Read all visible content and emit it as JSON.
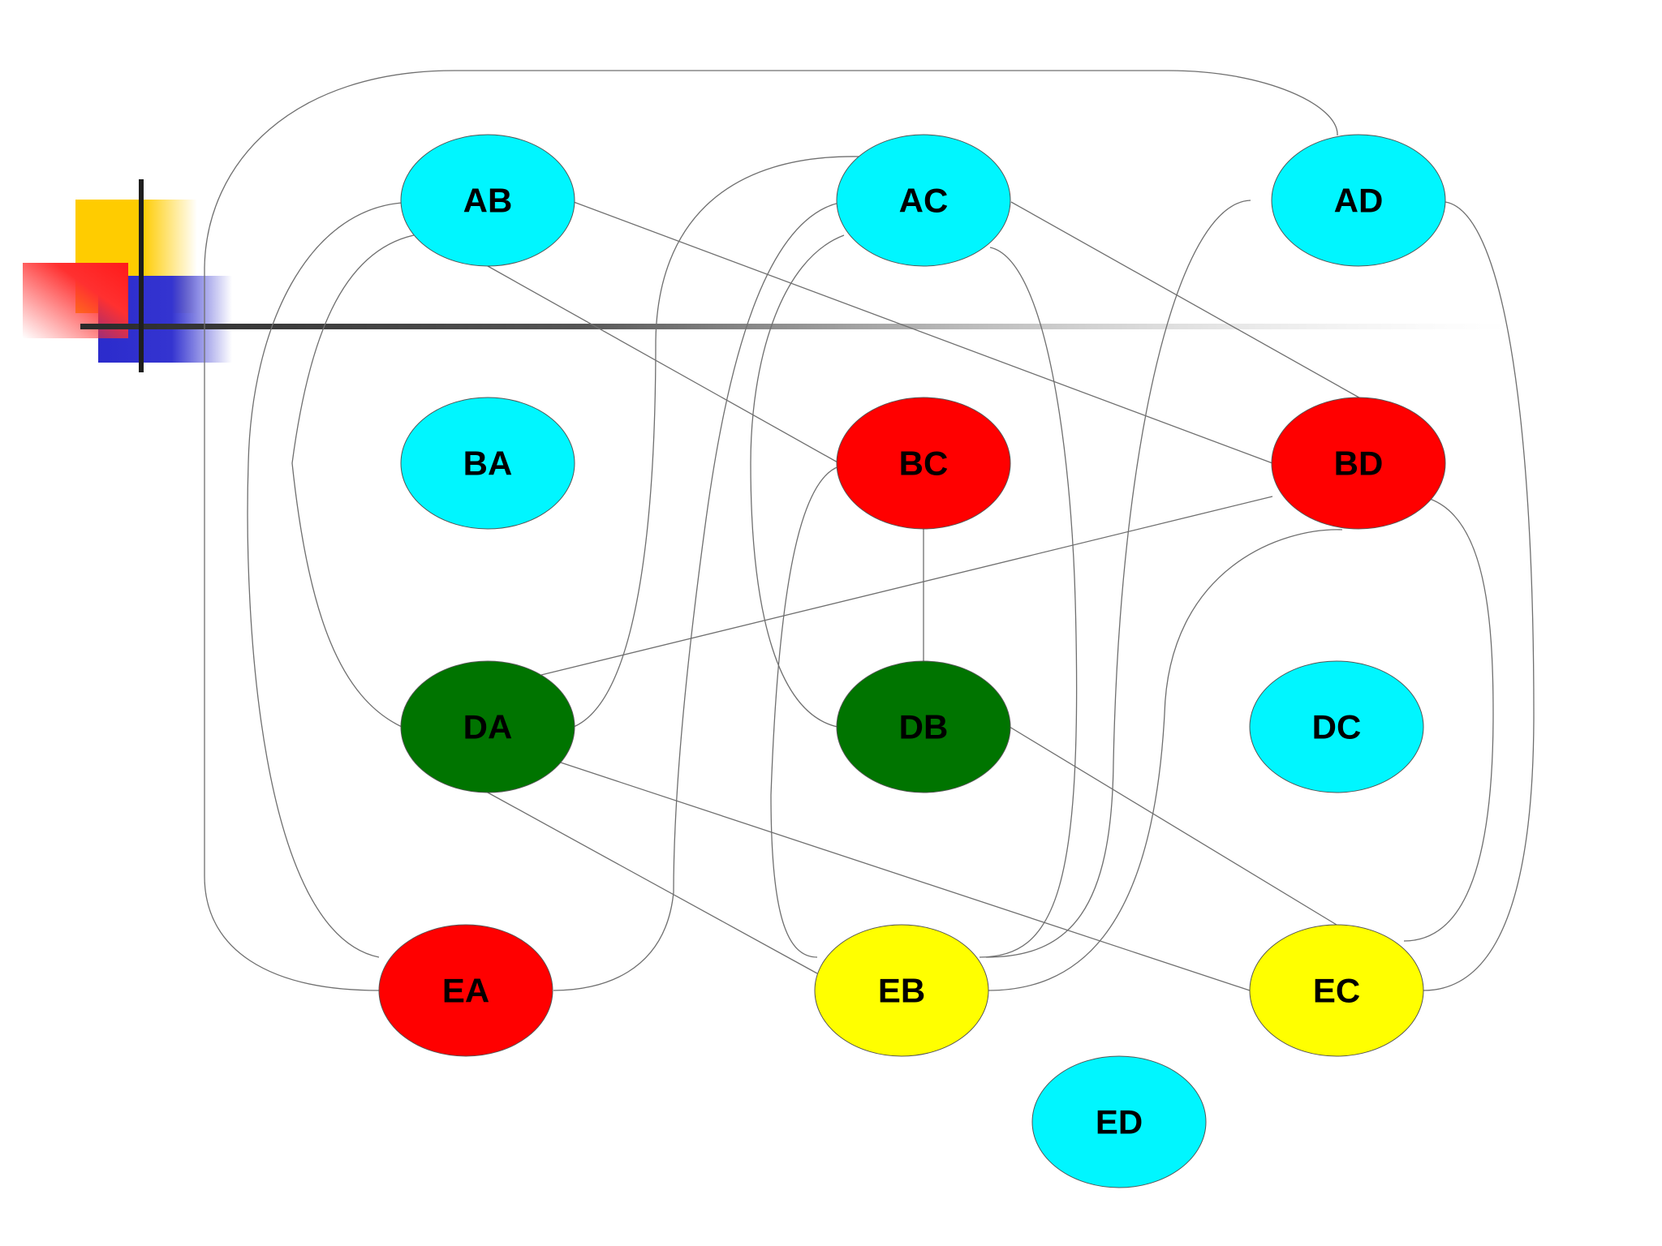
{
  "diagram": {
    "type": "graph",
    "colors": {
      "cyan": "#00f6ff",
      "red": "#ff0000",
      "green": "#007400",
      "yellow": "#ffff00"
    },
    "nodes": [
      {
        "id": "AB",
        "label": "AB",
        "color": "cyan"
      },
      {
        "id": "AC",
        "label": "AC",
        "color": "cyan"
      },
      {
        "id": "AD",
        "label": "AD",
        "color": "cyan"
      },
      {
        "id": "BA",
        "label": "BA",
        "color": "cyan"
      },
      {
        "id": "BC",
        "label": "BC",
        "color": "red"
      },
      {
        "id": "BD",
        "label": "BD",
        "color": "red"
      },
      {
        "id": "DA",
        "label": "DA",
        "color": "green"
      },
      {
        "id": "DB",
        "label": "DB",
        "color": "green"
      },
      {
        "id": "DC",
        "label": "DC",
        "color": "cyan"
      },
      {
        "id": "EA",
        "label": "EA",
        "color": "red"
      },
      {
        "id": "EB",
        "label": "EB",
        "color": "yellow"
      },
      {
        "id": "EC",
        "label": "EC",
        "color": "yellow"
      },
      {
        "id": "ED",
        "label": "ED",
        "color": "cyan"
      }
    ],
    "edges": [
      [
        "AB",
        "BC"
      ],
      [
        "AB",
        "BD"
      ],
      [
        "AB",
        "DA"
      ],
      [
        "AB",
        "EA"
      ],
      [
        "AC",
        "BD"
      ],
      [
        "AC",
        "DA"
      ],
      [
        "AC",
        "DB"
      ],
      [
        "AC",
        "EA"
      ],
      [
        "AC",
        "EB"
      ],
      [
        "AD",
        "EA"
      ],
      [
        "AD",
        "EB"
      ],
      [
        "AD",
        "EC"
      ],
      [
        "BC",
        "DB"
      ],
      [
        "BC",
        "EB"
      ],
      [
        "BD",
        "DA"
      ],
      [
        "BD",
        "EB"
      ],
      [
        "BD",
        "EC"
      ],
      [
        "DA",
        "EB"
      ],
      [
        "DA",
        "EC"
      ],
      [
        "DB",
        "EC"
      ]
    ]
  }
}
